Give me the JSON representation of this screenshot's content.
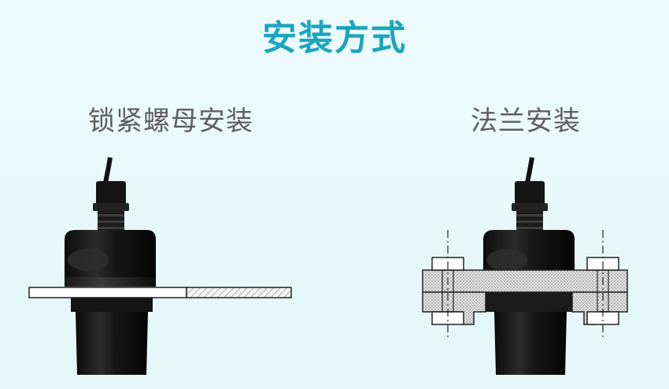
{
  "header": {
    "title": "安装方式"
  },
  "methods": [
    {
      "label": "锁紧螺母安装"
    },
    {
      "label": "法兰安装"
    }
  ]
}
